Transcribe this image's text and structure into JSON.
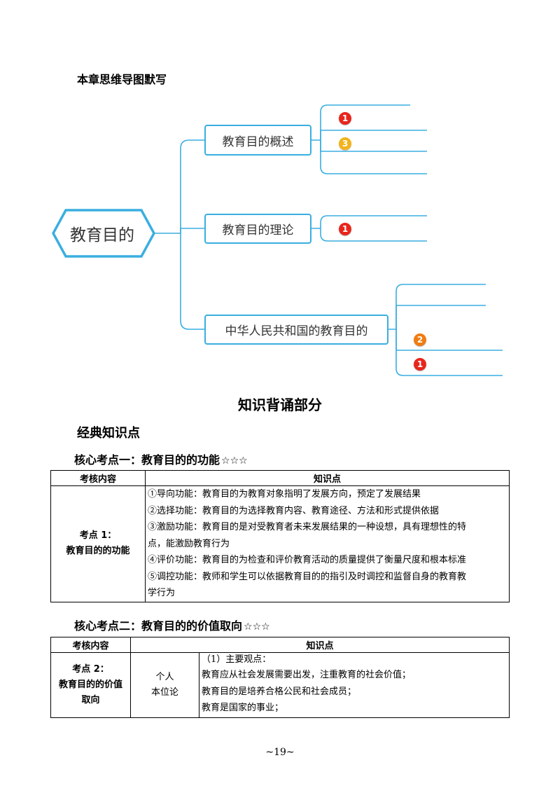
{
  "mindmap_title": "本章思维导图默写",
  "mindmap": {
    "root": "教育目的",
    "branches": [
      {
        "label": "教育目的概述",
        "badges": [
          "1",
          "3"
        ]
      },
      {
        "label": "教育目的理论",
        "badges": [
          "1"
        ]
      },
      {
        "label": "中华人民共和国的教育目的",
        "badges": [
          "2",
          "1"
        ]
      }
    ],
    "badge_colors": {
      "1": "#e8261c",
      "2": "#f07d12",
      "3": "#f2b31b"
    },
    "line_color": "#3aaee0"
  },
  "section_title": "知识背诵部分",
  "subsection_title": "经典知识点",
  "point1": {
    "heading": "核心考点一：教育目的的功能",
    "stars": "☆☆☆",
    "col_headers": [
      "考核内容",
      "知识点"
    ],
    "row_title": [
      "考点 1：",
      "教育目的的功能"
    ],
    "lines": [
      "①导向功能：教育目的为教育对象指明了发展方向，预定了发展结果",
      "②选择功能：教育目的为选择教育内容、教育途径、方法和形式提供依据",
      "③激励功能：教育目的是对受教育者未来发展结果的一种设想，具有理想性的特",
      "点，能激励教育行为",
      "④评价功能：教育目的为检查和评价教育活动的质量提供了衡量尺度和根本标准",
      "⑤调控功能：教师和学生可以依据教育目的的指引及时调控和监督自身的教育教",
      "学行为"
    ]
  },
  "point2": {
    "heading": "核心考点二：教育目的的价值取向",
    "stars": "☆☆☆",
    "col_headers": [
      "考核内容",
      "知识点"
    ],
    "row_title": [
      "考点 2：",
      "教育目的的价值",
      "取向"
    ],
    "sub_title": [
      "个人",
      "本位论"
    ],
    "lines": [
      "（1）主要观点：",
      "教育应从社会发展需要出发，注重教育的社会价值；",
      "教育目的是培养合格公民和社会成员；",
      "教育是国家的事业；"
    ]
  },
  "page_number": "~19~"
}
